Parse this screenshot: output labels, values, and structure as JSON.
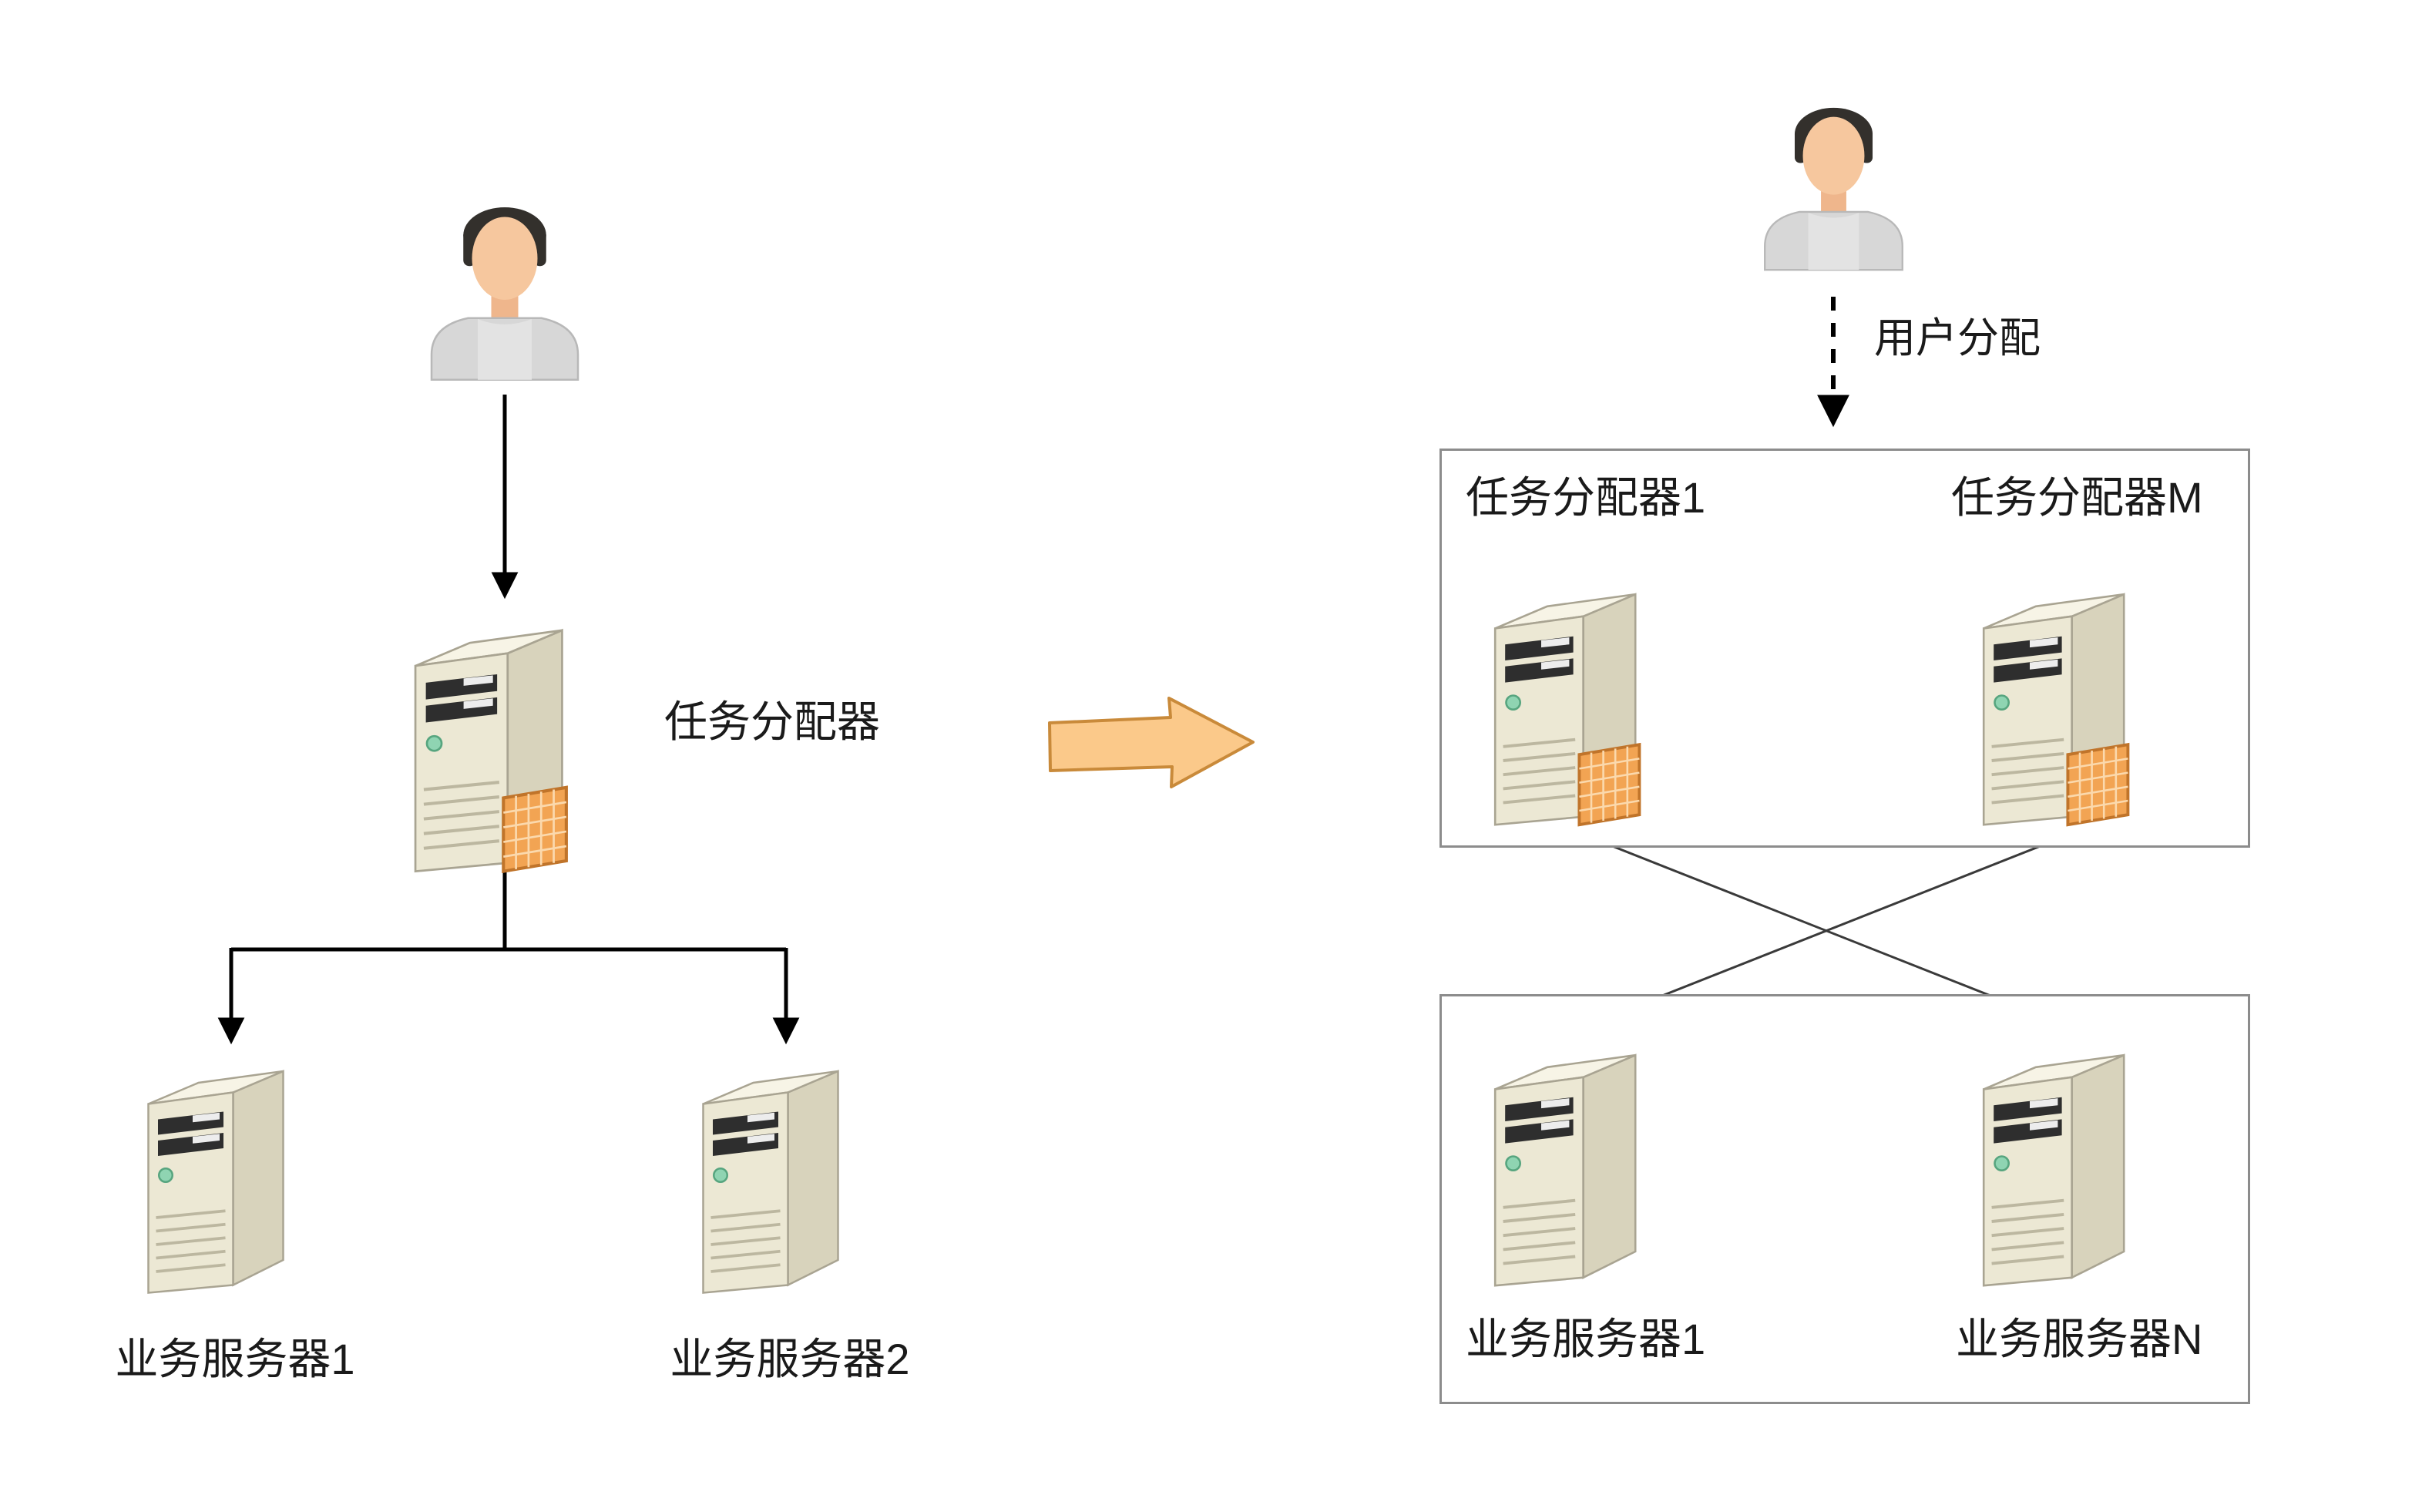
{
  "left_diagram": {
    "dispatcher_label": "任务分配器",
    "server1_label": "业务服务器1",
    "server2_label": "业务服务器2"
  },
  "right_diagram": {
    "user_assign_label": "用户分配",
    "dispatcher1_label": "任务分配器1",
    "dispatcherM_label": "任务分配器M",
    "server1_label": "业务服务器1",
    "serverN_label": "业务服务器N"
  },
  "icons": {
    "user-icon": "person bust with dark hair and gray shirt",
    "server-icon": "beige tower server",
    "firewall-icon": "orange grid panel attached to dispatcher server",
    "transform-arrow-icon": "orange block arrow pointing right"
  },
  "colors": {
    "background": "#FFFFFF",
    "connector": "#000000",
    "thin_connector": "#3A3A3A",
    "cluster_box_border": "#8C8C8C",
    "arrow_fill": "#FBC98A",
    "arrow_stroke": "#C98A3A"
  }
}
